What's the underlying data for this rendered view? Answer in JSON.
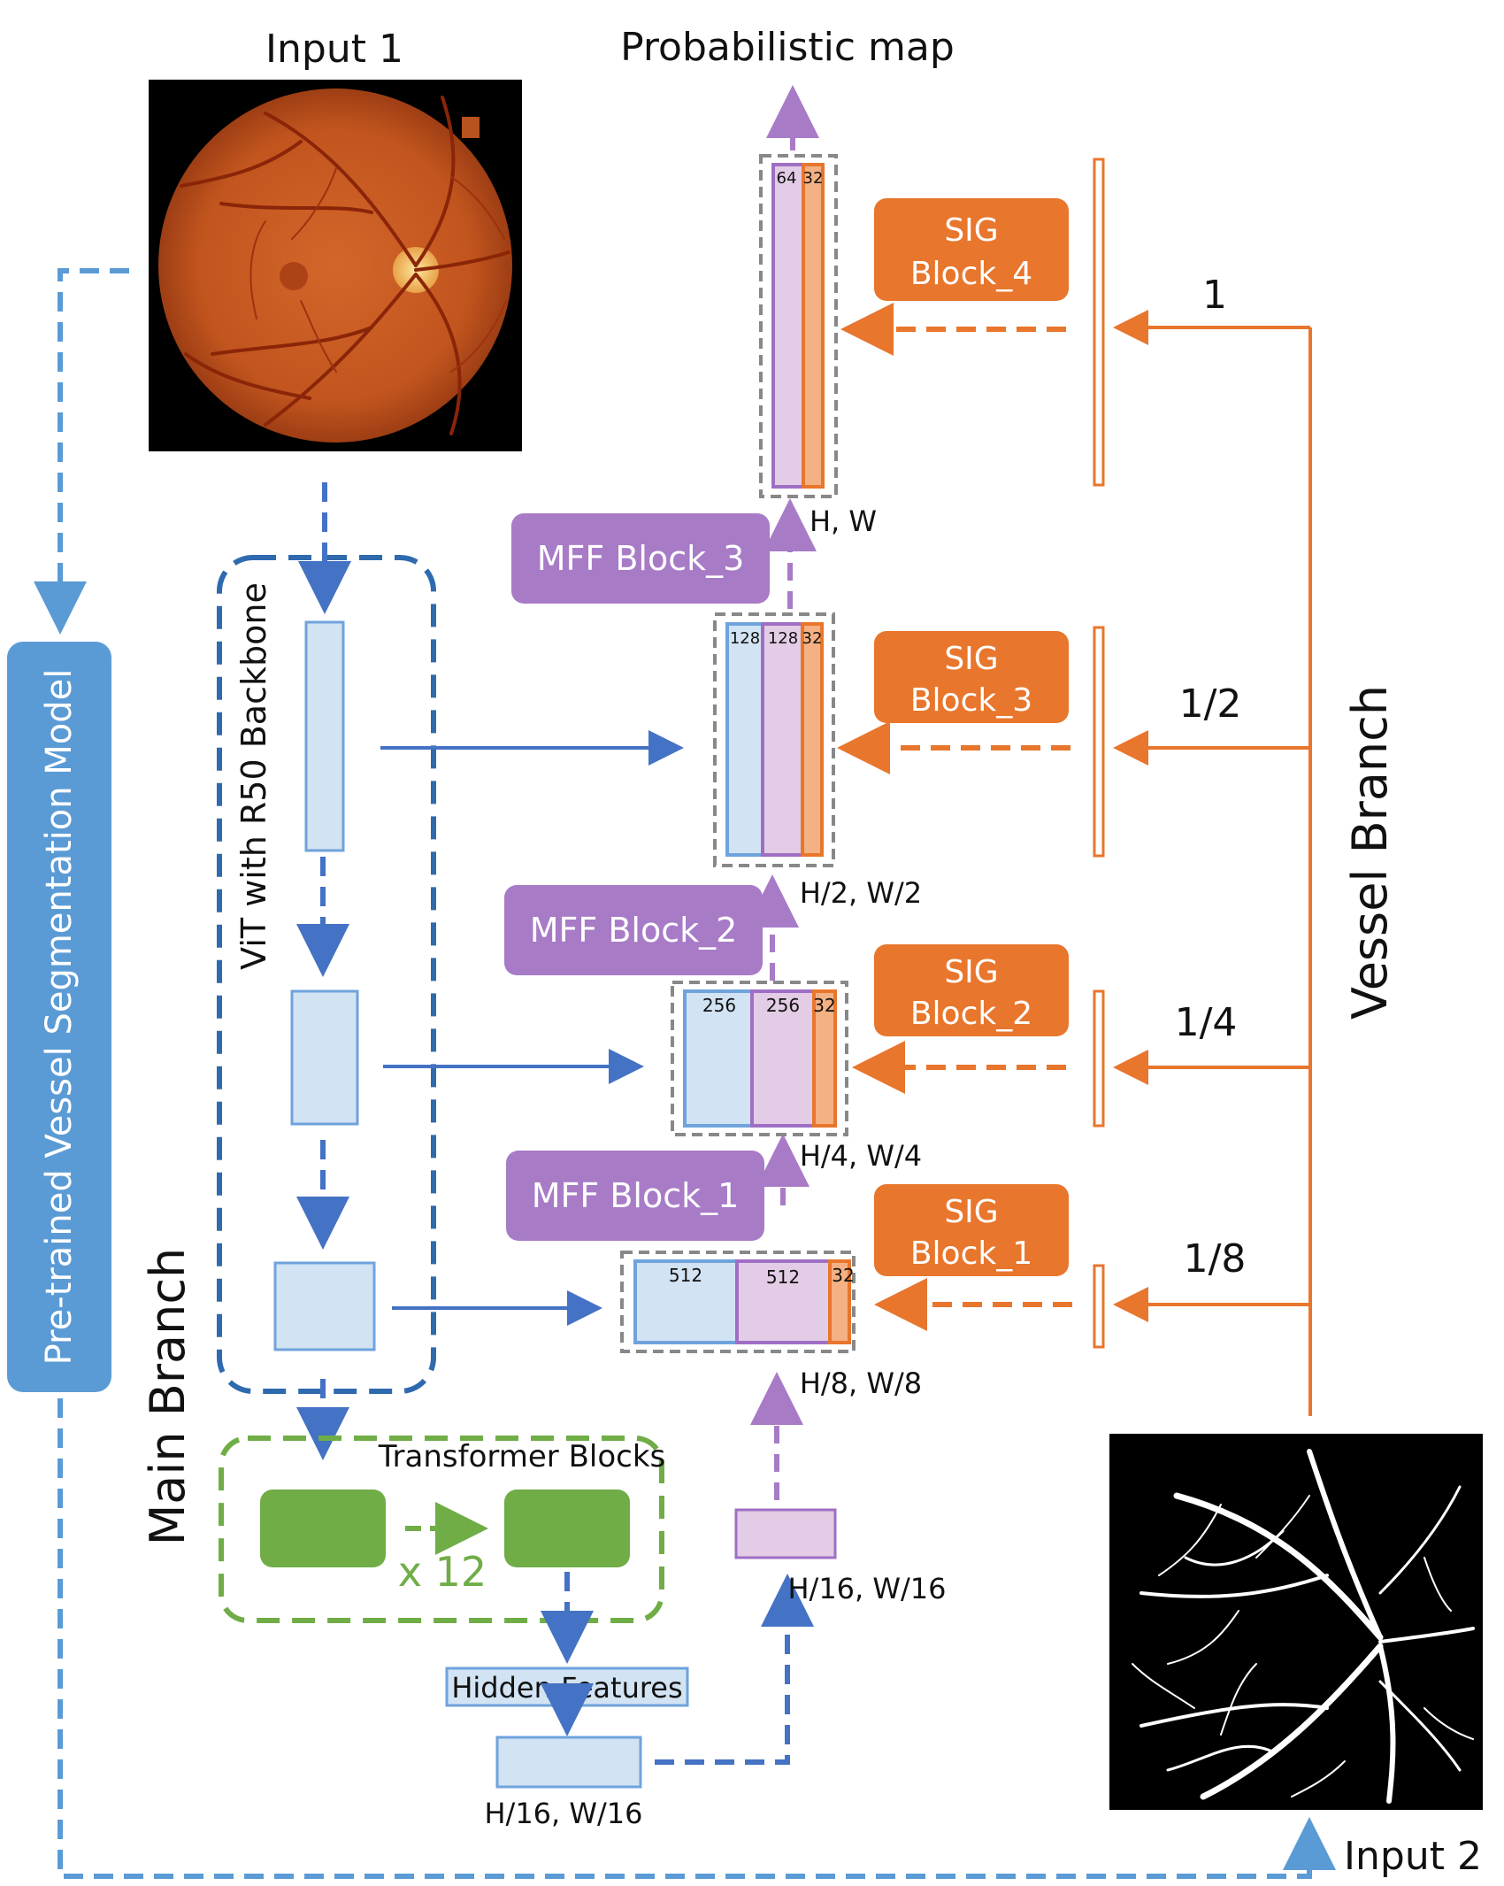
{
  "title": "Probabilistic map",
  "input1_label": "Input 1",
  "input2_label": "Input 2",
  "pretrained_label": "Pre-trained Vessel Segmentation Model",
  "main_branch_label": "Main Branch",
  "vessel_branch_label": "Vessel Branch",
  "vit_label": "ViT with R50 Backbone",
  "transformer_label": "Transformer Blocks",
  "repeat_label": "x 12",
  "hidden_features_label": "Hidden Features",
  "bottom_size_label": "H/16, W/16",
  "bridge_size_label": "H/16, W/16",
  "mff_blocks": [
    "MFF Block_1",
    "MFF Block_2",
    "MFF Block_3"
  ],
  "sig_blocks": [
    {
      "line1": "SIG",
      "line2": "Block_1",
      "scale": "1/8"
    },
    {
      "line1": "SIG",
      "line2": "Block_2",
      "scale": "1/4"
    },
    {
      "line1": "SIG",
      "line2": "Block_3",
      "scale": "1/2"
    },
    {
      "line1": "SIG",
      "line2": "Block_4",
      "scale": "1"
    }
  ],
  "decoder_stages": [
    {
      "size": "H/8, W/8",
      "blue": "512",
      "purple": "512",
      "orange": "32"
    },
    {
      "size": "H/4, W/4",
      "blue": "256",
      "purple": "256",
      "orange": "32"
    },
    {
      "size": "H/2, W/2",
      "blue": "128",
      "purple": "128",
      "orange": "32"
    },
    {
      "size": "H, W",
      "purple": "64",
      "orange": "32"
    }
  ],
  "colors": {
    "blue_arrow": "#4472C4",
    "light_blue_arrow": "#5B9BD5",
    "light_blue_fill": "#D2E3F3",
    "light_blue_stroke": "#6FA3DC",
    "purple": "#A87BC7",
    "purple_fill": "#E3CCE5",
    "purple_stroke": "#9E6FC4",
    "orange": "#E8762C",
    "orange_fill": "#F4B183",
    "green": "#70AD47",
    "pretrained_fill": "#5B9BD5"
  }
}
